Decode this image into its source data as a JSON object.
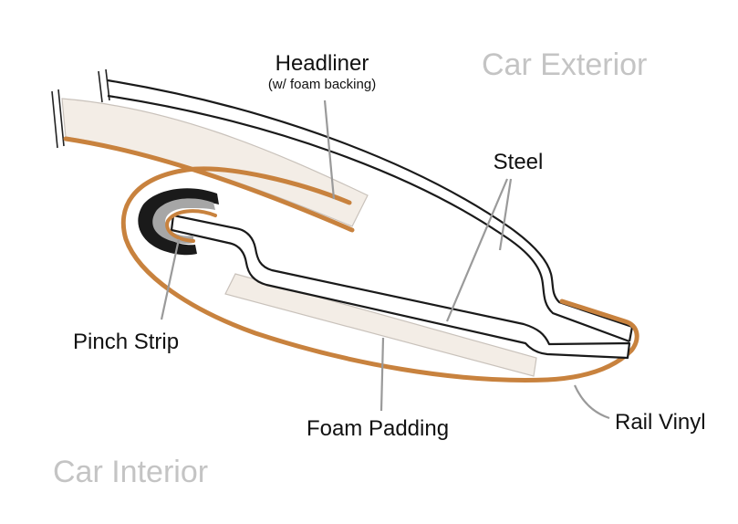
{
  "labels": {
    "headliner": "Headliner",
    "headliner_note": "(w/ foam backing)",
    "steel": "Steel",
    "pinch_strip": "Pinch Strip",
    "foam_padding": "Foam Padding",
    "rail_vinyl": "Rail Vinyl"
  },
  "regions": {
    "exterior": "Car Exterior",
    "interior": "Car Interior"
  },
  "colors": {
    "vinyl": "#c8823e",
    "foam": "#f3ede6",
    "foam_edge": "#c9c2bb",
    "leader": "#9a9a9a",
    "region_text": "#c4c4c4",
    "pinch_dark": "#1a1a1a",
    "pinch_gray": "#a6a6a6"
  }
}
